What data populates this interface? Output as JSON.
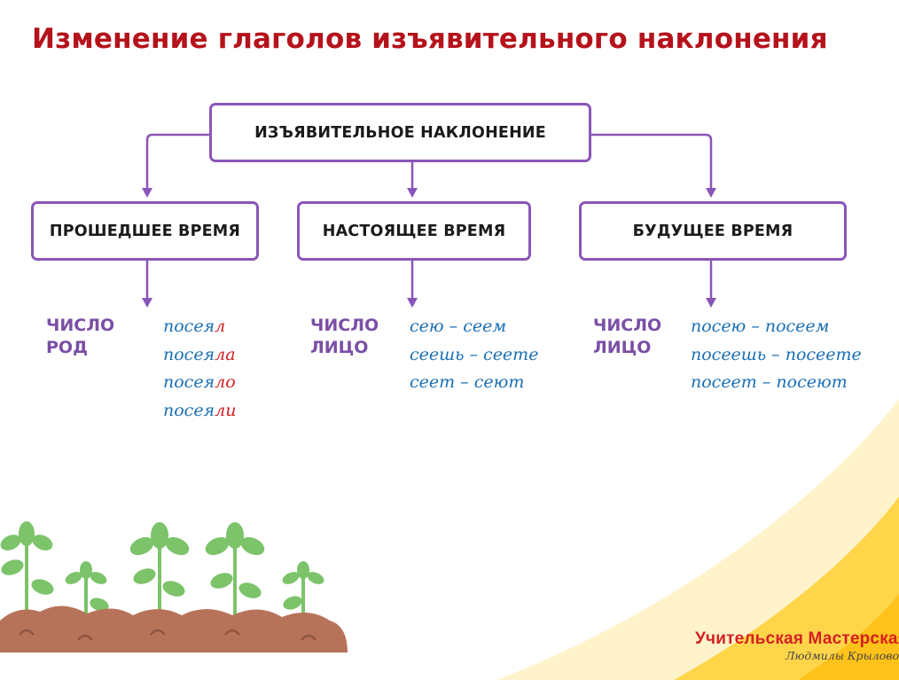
{
  "title": "Изменение глаголов изъявительного наклонения",
  "root_label": "ИЗЪЯВИТЕЛЬНОЕ НАКЛОНЕНИЕ",
  "branches": [
    {
      "label": "ПРОШЕДШЕЕ ВРЕМЯ",
      "categories": [
        "ЧИСЛО",
        "РОД"
      ],
      "forms": [
        {
          "stem": "посея",
          "ending": "л"
        },
        {
          "stem": "посея",
          "ending": "ла"
        },
        {
          "stem": "посея",
          "ending": "ло"
        },
        {
          "stem": "посея",
          "ending": "ли"
        }
      ]
    },
    {
      "label": "НАСТОЯЩЕЕ ВРЕМЯ",
      "categories": [
        "ЧИСЛО",
        "ЛИЦО"
      ],
      "forms": [
        {
          "stem": "сею – сеем",
          "ending": ""
        },
        {
          "stem": "сеешь – сеете",
          "ending": ""
        },
        {
          "stem": "сеет – сеют",
          "ending": ""
        }
      ]
    },
    {
      "label": "БУДУЩЕЕ ВРЕМЯ",
      "categories": [
        "ЧИСЛО",
        "ЛИЦО"
      ],
      "forms": [
        {
          "stem": "посею – посеем",
          "ending": ""
        },
        {
          "stem": "посеешь – посеете",
          "ending": ""
        },
        {
          "stem": "посеет – посеют",
          "ending": ""
        }
      ]
    }
  ],
  "brand": {
    "name": "Учительская Мастерская",
    "subtitle": "Людмилы Крыловой"
  },
  "colors": {
    "title": "#b5121b",
    "border": "#8a55b8",
    "category": "#7a4fa6",
    "forms": "#1b6fb3",
    "ending": "#d42020",
    "plant": "#7cc36a",
    "soil": "#b7735a",
    "accent": "#ffcc33"
  }
}
